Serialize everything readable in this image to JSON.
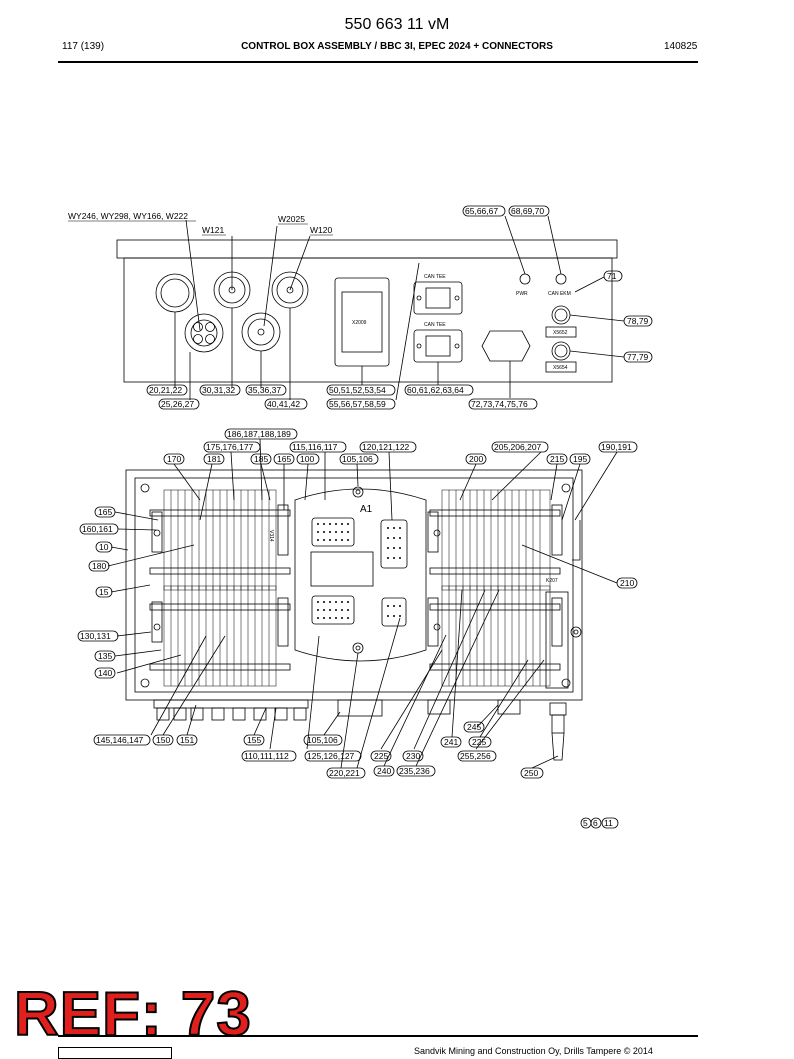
{
  "header": {
    "doc_number": "550 663 11 vM",
    "page": "117 (139)",
    "title": "CONTROL BOX ASSEMBLY / BBC 3I, EPEC 2024 + CONNECTORS",
    "date_code": "140825"
  },
  "top_view": {
    "cable_labels": [
      "WY246, WY298, WY166, W222",
      "W121",
      "W2025",
      "W120"
    ],
    "leds": [
      "PWR",
      "CAN EKM"
    ],
    "panel_texts": [
      "X2009",
      "CAN TEE",
      "CAN TEE",
      "X5652",
      "X5654"
    ],
    "callouts": [
      "65,66,67",
      "68,69,70",
      "71",
      "78,79",
      "77,79",
      "20,21,22",
      "25,26,27",
      "30,31,32",
      "35,36,37",
      "40,41,42",
      "50,51,52,53,54",
      "55,56,57,58,59",
      "60,61,62,63,64",
      "72,73,74,75,76"
    ]
  },
  "bottom_view": {
    "module_label": "A1",
    "relay_label": "K207",
    "fuse_label": "V314",
    "callouts": [
      "186,187,188,189",
      "175,176,177",
      "115,116,117",
      "120,121,122",
      "205,206,207",
      "190,191",
      "170",
      "181",
      "185",
      "165",
      "100",
      "105,106",
      "200",
      "215",
      "195",
      "165",
      "160,161",
      "10",
      "180",
      "15",
      "210",
      "130,131",
      "135",
      "140",
      "245",
      "145,146,147",
      "150",
      "151",
      "155",
      "105,106",
      "241",
      "225",
      "110,111,112",
      "125,126,127",
      "225",
      "230",
      "255,256",
      "240",
      "235,236",
      "220,221",
      "250"
    ]
  },
  "notes": [
    "5",
    "6",
    "11"
  ],
  "stamp": "REF: 73",
  "footer": {
    "copyright": "Sandvik Mining and Construction Oy, Drills Tampere © 2014"
  }
}
